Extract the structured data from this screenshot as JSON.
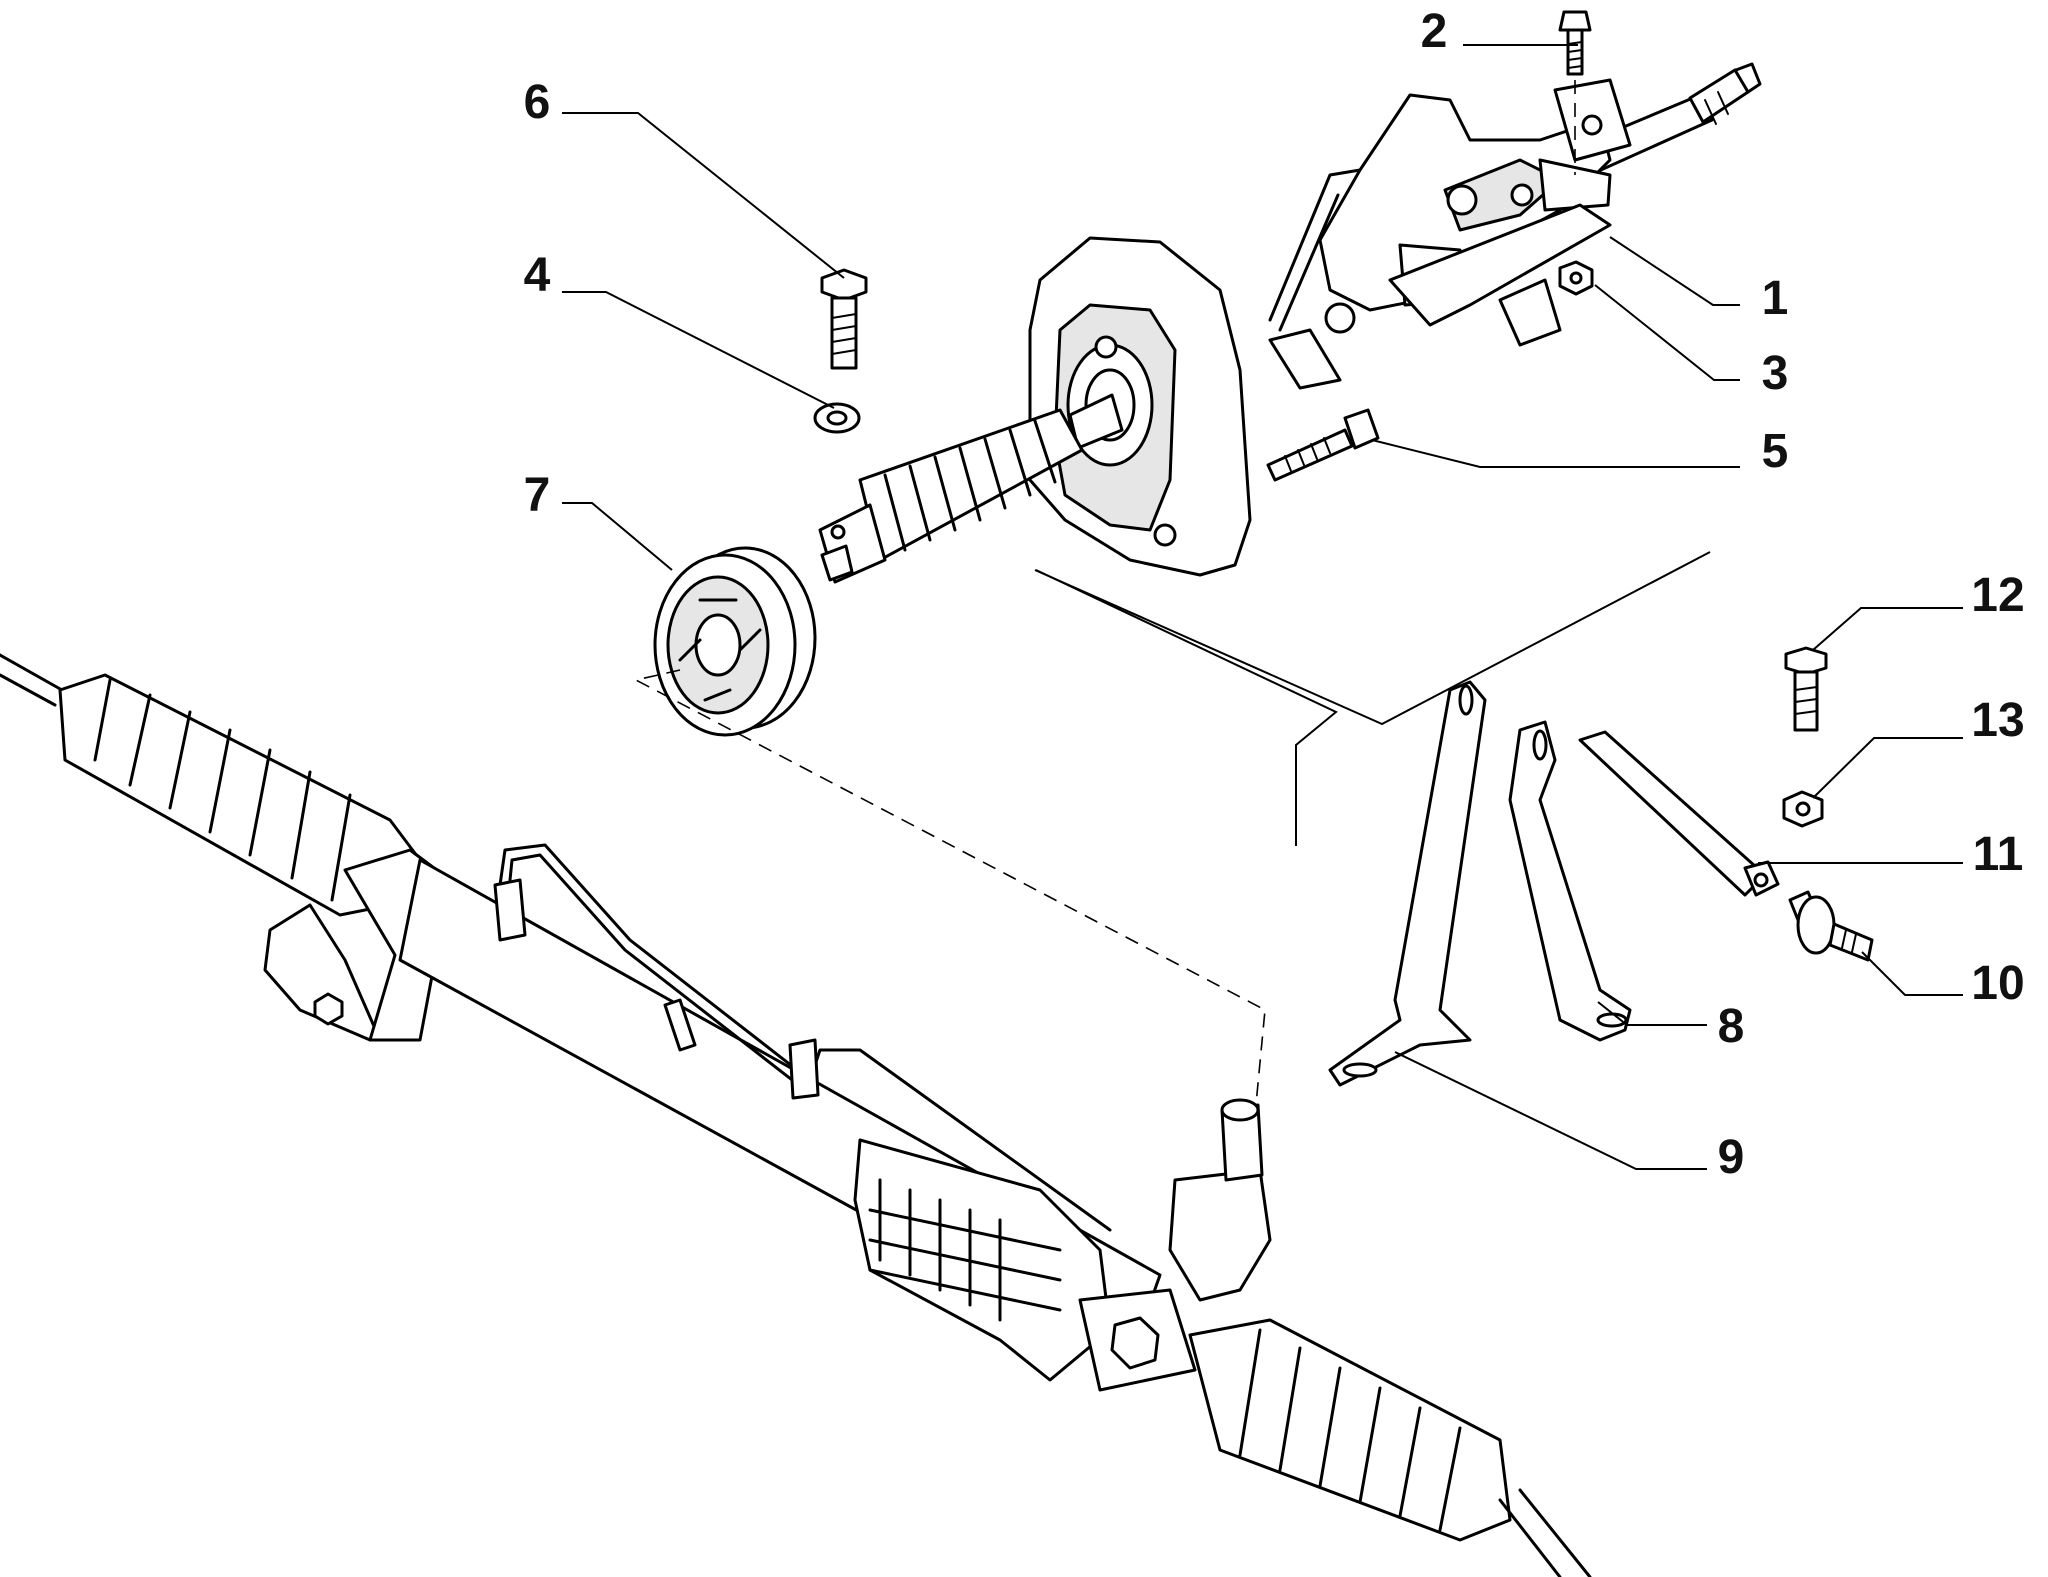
{
  "diagram": {
    "callouts": [
      {
        "id": "1",
        "label": "1"
      },
      {
        "id": "2",
        "label": "2"
      },
      {
        "id": "3",
        "label": "3"
      },
      {
        "id": "4",
        "label": "4"
      },
      {
        "id": "5",
        "label": "5"
      },
      {
        "id": "6",
        "label": "6"
      },
      {
        "id": "7",
        "label": "7"
      },
      {
        "id": "8",
        "label": "8"
      },
      {
        "id": "9",
        "label": "9"
      },
      {
        "id": "10",
        "label": "10"
      },
      {
        "id": "11",
        "label": "11"
      },
      {
        "id": "12",
        "label": "12"
      },
      {
        "id": "13",
        "label": "13"
      }
    ],
    "colors": {
      "line": "#000000",
      "fill": "#ffffff",
      "shade": "#e6e6e6",
      "label": "#111111"
    }
  }
}
